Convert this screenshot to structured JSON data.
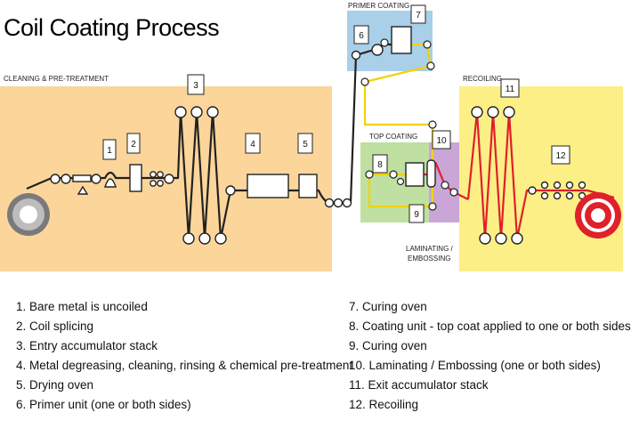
{
  "title": "Coil Coating Process",
  "zones": {
    "cleaning": "CLEANING & PRE-TREATMENT",
    "primer": "PRIMER COATING",
    "top": "TOP COATING",
    "recoiling": "RECOILING",
    "laminating_line1": "LAMINATING /",
    "laminating_line2": "EMBOSSING"
  },
  "step_numbers": [
    "1",
    "2",
    "3",
    "4",
    "5",
    "6",
    "7",
    "8",
    "9",
    "10",
    "11",
    "12"
  ],
  "legend_left": [
    "1. Bare metal is uncoiled",
    "2. Coil splicing",
    "3. Entry accumulator stack",
    "4. Metal degreasing, cleaning, rinsing & chemical pre-treatment",
    "5. Drying oven",
    "6. Primer unit (one or both sides)"
  ],
  "legend_right": [
    "7. Curing oven",
    "8. Coating unit - top coat applied to one or both sides",
    "9. Curing oven",
    "10. Laminating / Embossing (one or both sides)",
    "11. Exit accumulator stack",
    "12. Recoiling"
  ],
  "colors": {
    "cleaning_zone": "#fbd59a",
    "primer_zone": "#a9cfe9",
    "top_coating_zone": "#bfe0a0",
    "laminating_zone": "#c9a6d6",
    "recoiling_zone": "#fbef86",
    "bare_strip": "#222222",
    "primer_strip": "#f2d200",
    "top_strip": "#e0202a"
  }
}
